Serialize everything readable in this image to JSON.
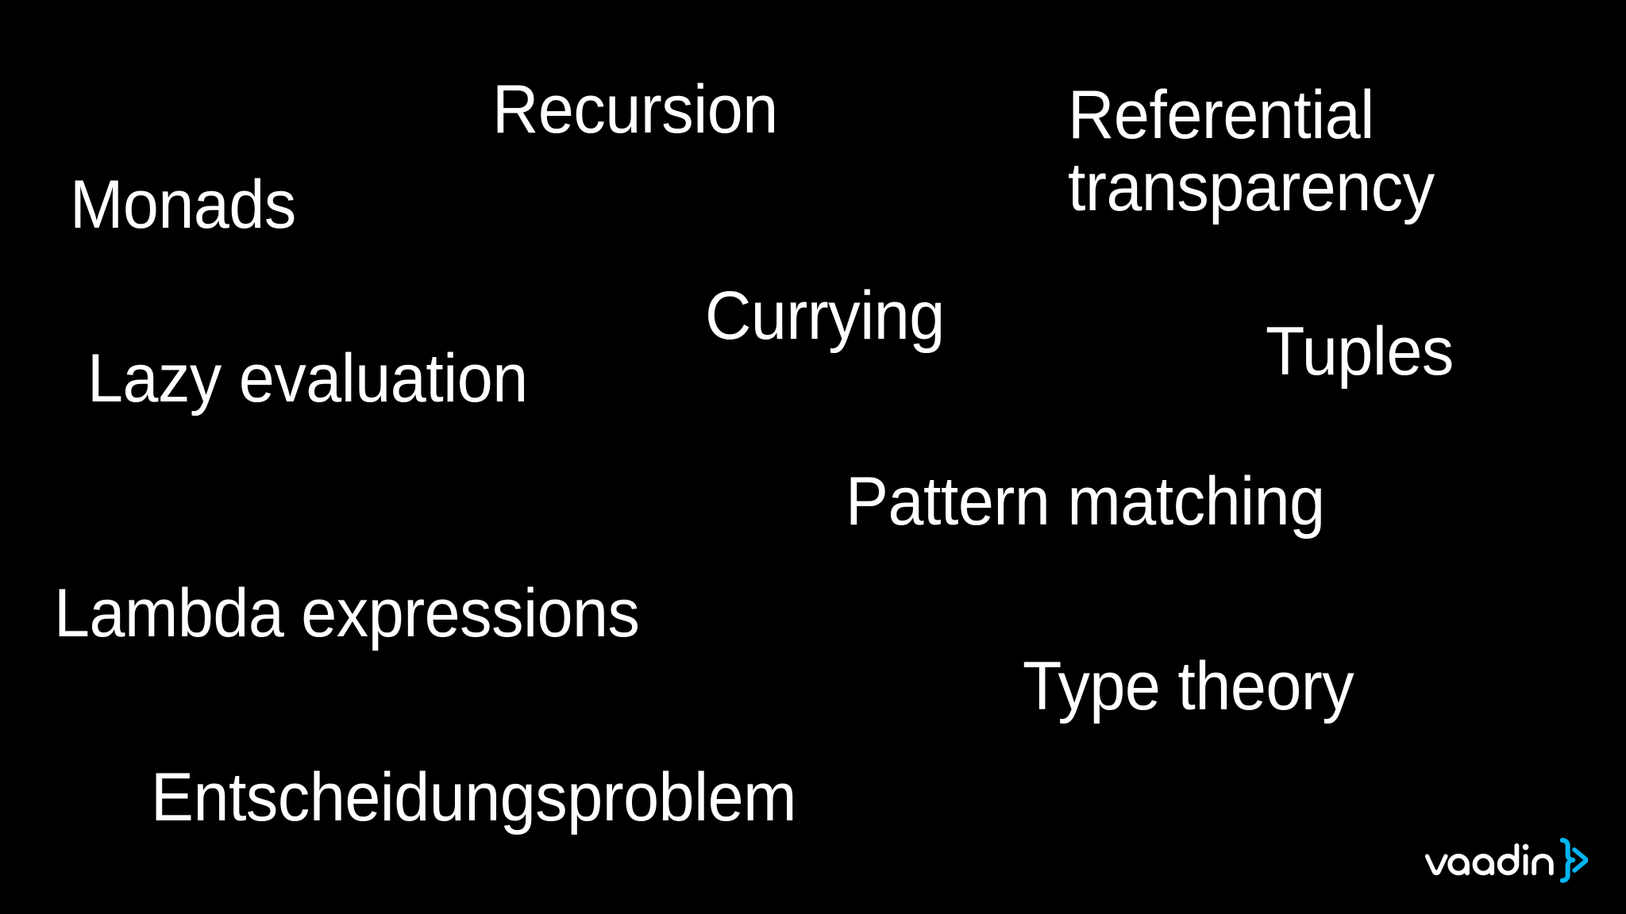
{
  "slide": {
    "background_color": "#000000",
    "text_color": "#ffffff",
    "terms": [
      {
        "id": "recursion",
        "label": "Recursion"
      },
      {
        "id": "referential",
        "label": "Referential\ntransparency"
      },
      {
        "id": "monads",
        "label": "Monads"
      },
      {
        "id": "currying",
        "label": "Currying"
      },
      {
        "id": "tuples",
        "label": "Tuples"
      },
      {
        "id": "lazy-evaluation",
        "label": "Lazy evaluation"
      },
      {
        "id": "pattern-matching",
        "label": "Pattern matching"
      },
      {
        "id": "lambda",
        "label": "Lambda expressions"
      },
      {
        "id": "type-theory",
        "label": "Type theory"
      },
      {
        "id": "entscheidungsproblem",
        "label": "Entscheidungsproblem"
      }
    ]
  },
  "logo": {
    "name": "vaadin-logo",
    "wordmark": "vaadin",
    "mark_glyph": "}>",
    "wordmark_color": "#ffffff",
    "mark_color": "#00b4f0"
  }
}
